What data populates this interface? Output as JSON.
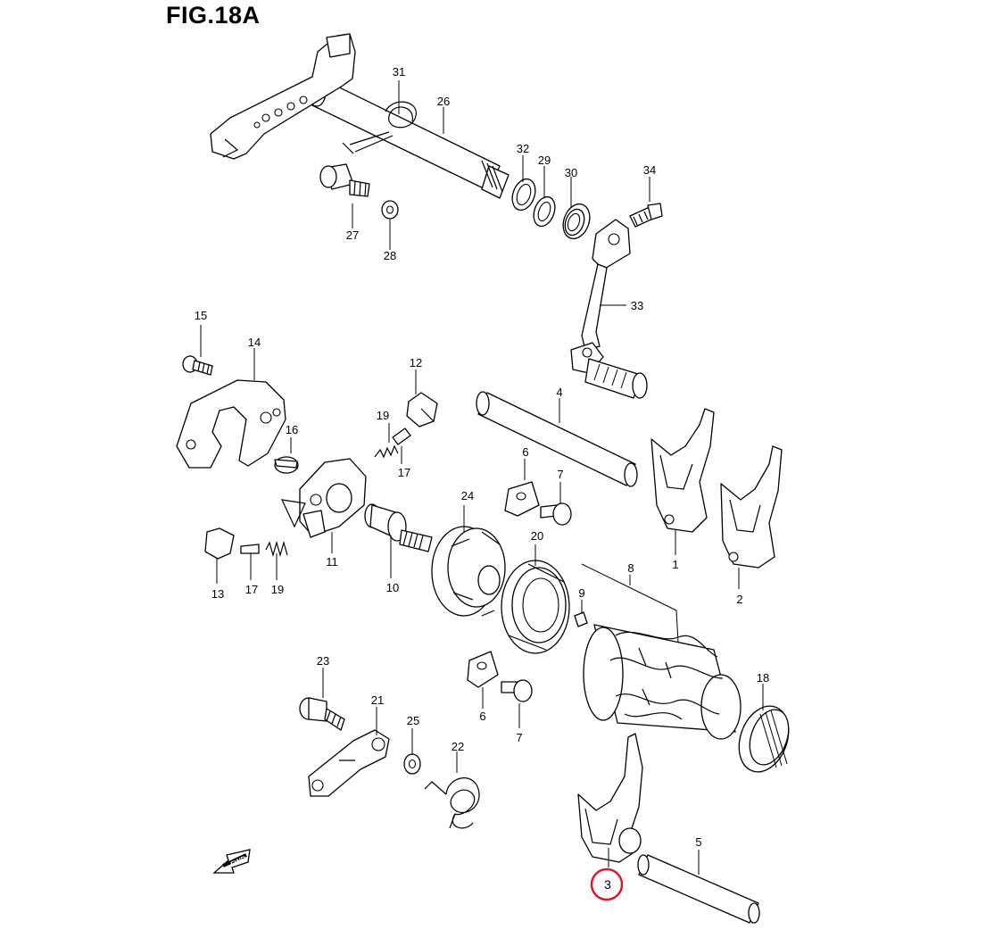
{
  "title": "FIG.18A",
  "fwd_label": "FWD",
  "highlight_color": "#e0141e",
  "callouts": {
    "c1": "1",
    "c2": "2",
    "c3": "3",
    "c4": "4",
    "c5": "5",
    "c6a": "6",
    "c6b": "6",
    "c7a": "7",
    "c7b": "7",
    "c8": "8",
    "c9": "9",
    "c10": "10",
    "c11": "11",
    "c12": "12",
    "c13": "13",
    "c14": "14",
    "c15": "15",
    "c16": "16",
    "c17a": "17",
    "c17b": "17",
    "c18": "18",
    "c19a": "19",
    "c19b": "19",
    "c20": "20",
    "c21": "21",
    "c22": "22",
    "c23": "23",
    "c24": "24",
    "c25": "25",
    "c26": "26",
    "c27": "27",
    "c28": "28",
    "c29": "29",
    "c30": "30",
    "c31": "31",
    "c32": "32",
    "c33": "33",
    "c34": "34"
  },
  "highlighted_part": "3"
}
